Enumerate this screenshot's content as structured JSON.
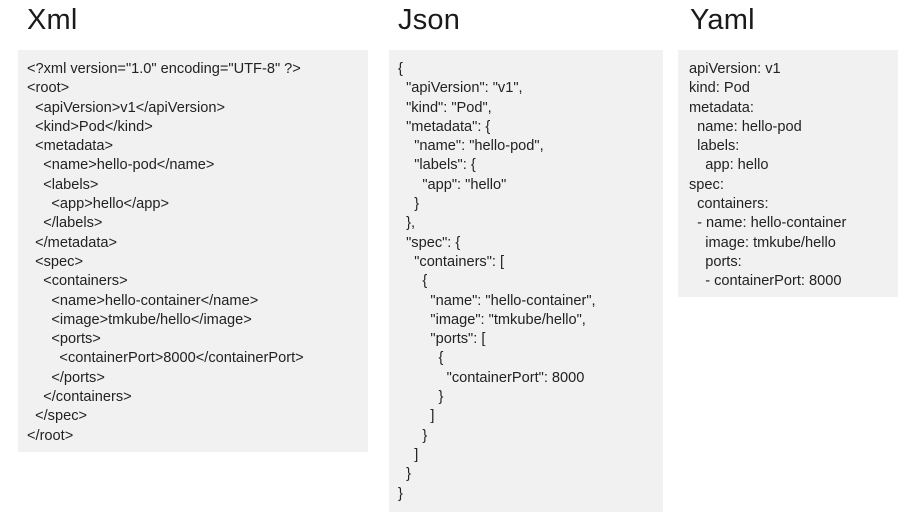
{
  "columns": [
    {
      "id": "xml",
      "heading": "Xml",
      "lines": [
        "<?xml version=\"1.0\" encoding=\"UTF-8\" ?>",
        "<root>",
        "  <apiVersion>v1</apiVersion>",
        "  <kind>Pod</kind>",
        "  <metadata>",
        "    <name>hello-pod</name>",
        "    <labels>",
        "      <app>hello</app>",
        "    </labels>",
        "  </metadata>",
        "  <spec>",
        "    <containers>",
        "      <name>hello-container</name>",
        "      <image>tmkube/hello</image>",
        "      <ports>",
        "        <containerPort>8000</containerPort>",
        "      </ports>",
        "    </containers>",
        "  </spec>",
        "</root>"
      ]
    },
    {
      "id": "json",
      "heading": "Json",
      "lines": [
        "{",
        "  \"apiVersion\": \"v1\",",
        "  \"kind\": \"Pod\",",
        "  \"metadata\": {",
        "    \"name\": \"hello-pod\",",
        "    \"labels\": {",
        "      \"app\": \"hello\"",
        "    }",
        "  },",
        "  \"spec\": {",
        "    \"containers\": [",
        "      {",
        "        \"name\": \"hello-container\",",
        "        \"image\": \"tmkube/hello\",",
        "        \"ports\": [",
        "          {",
        "            \"containerPort\": 8000",
        "          }",
        "        ]",
        "      }",
        "    ]",
        "  }",
        "}"
      ]
    },
    {
      "id": "yaml",
      "heading": "Yaml",
      "lines": [
        "apiVersion: v1",
        "kind: Pod",
        "metadata:",
        "  name: hello-pod",
        "  labels:",
        "    app: hello",
        "spec:",
        "  containers:",
        "  - name: hello-container",
        "    image: tmkube/hello",
        "    ports:",
        "    - containerPort: 8000"
      ]
    }
  ],
  "colors": {
    "page_background": "#ffffff",
    "code_box_background": "#f1f1f1",
    "heading_text": "#1a1a1a",
    "code_text": "#222222"
  }
}
